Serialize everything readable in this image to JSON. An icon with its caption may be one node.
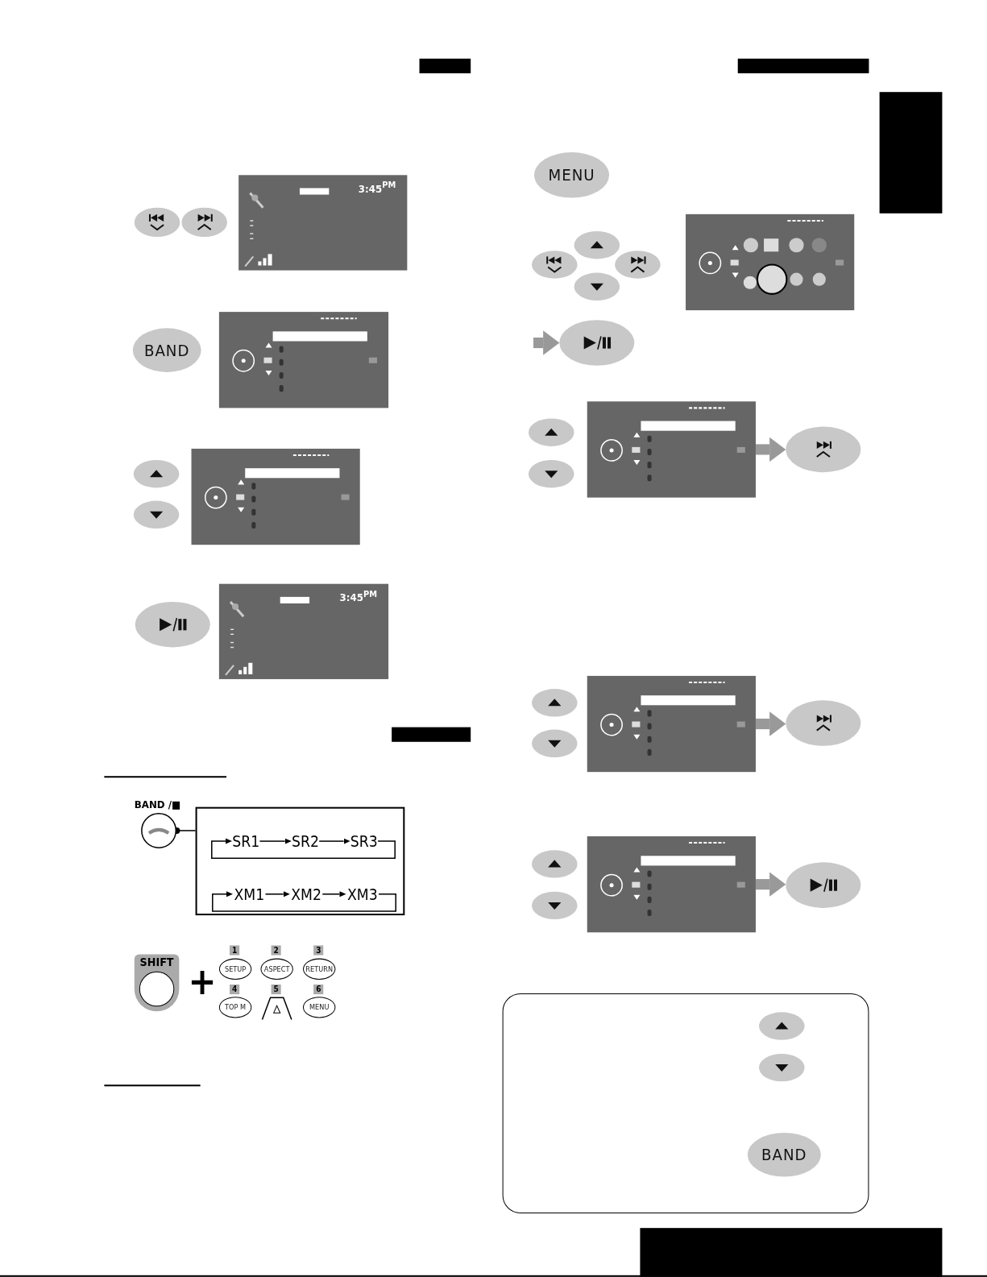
{
  "diagram": {
    "nodes": [
      {
        "text": [
          "3:45$^{PM}$"
        ]
      },
      {
        "text": [
          "BAND"
        ]
      },
      {
        "text": [
          "3:45$^{PM}$"
        ]
      },
      {
        "text": [
          "BAND /■"
        ]
      },
      {
        "text": [],
        "shape": "box"
      },
      {
        "text": [
          "SR1"
        ],
        "in": 4
      },
      {
        "text": [
          "SR2"
        ],
        "in": 4
      },
      {
        "text": [
          "SR3"
        ],
        "in": 4
      },
      {
        "text": [
          "XM1"
        ],
        "in": 4
      },
      {
        "text": [
          "XM2"
        ],
        "in": 4
      },
      {
        "text": [
          "XM3"
        ],
        "in": 4
      },
      {
        "text": [
          "SHIFT"
        ]
      },
      {
        "text": [
          "SETUP"
        ]
      },
      {
        "text": [
          "ASPECT"
        ]
      },
      {
        "text": [
          "RETURN"
        ]
      },
      {
        "text": [
          "TOP M"
        ]
      },
      {
        "text": [
          "MENU"
        ]
      },
      {
        "text": [
          "MENU"
        ]
      },
      {
        "text": [],
        "shape": "ellipse"
      },
      {
        "text": [],
        "shape": "box"
      },
      {
        "text": [],
        "shape": "ellipse"
      },
      {
        "text": [],
        "shape": "box"
      },
      {
        "text": [],
        "shape": "ellipse"
      },
      {
        "text": [],
        "shape": "box"
      },
      {
        "text": [],
        "shape": "ellipse"
      },
      {
        "text": [
          "BAND"
        ]
      },
      {
        "text": [],
        "shape": "box"
      }
    ],
    "edges": [
      {
        "from": 3,
        "to": 4,
        "arrow": "other"
      },
      {
        "from": 5,
        "to": 6,
        "arrow": "to"
      },
      {
        "from": 6,
        "to": 7,
        "arrow": "to"
      },
      {
        "from": 7,
        "to": 5,
        "arrow": "to"
      },
      {
        "from": 8,
        "to": 9,
        "arrow": "to"
      },
      {
        "from": 9,
        "to": 10,
        "arrow": "to"
      },
      {
        "from": 10,
        "to": 8,
        "arrow": "to"
      },
      {
        "from": null,
        "to": 18,
        "arrow": "to",
        "style": "thick",
        "color": "#999999"
      },
      {
        "from": 19,
        "to": 20,
        "arrow": "to",
        "style": "thick",
        "color": "#999999"
      },
      {
        "from": 21,
        "to": 22,
        "arrow": "to",
        "style": "thick",
        "color": "#999999"
      },
      {
        "from": 23,
        "to": 24,
        "arrow": "to",
        "style": "thick",
        "color": "#999999"
      }
    ],
    "labels": [
      "1",
      "2",
      "3",
      "4",
      "5",
      "6",
      "+"
    ]
  }
}
